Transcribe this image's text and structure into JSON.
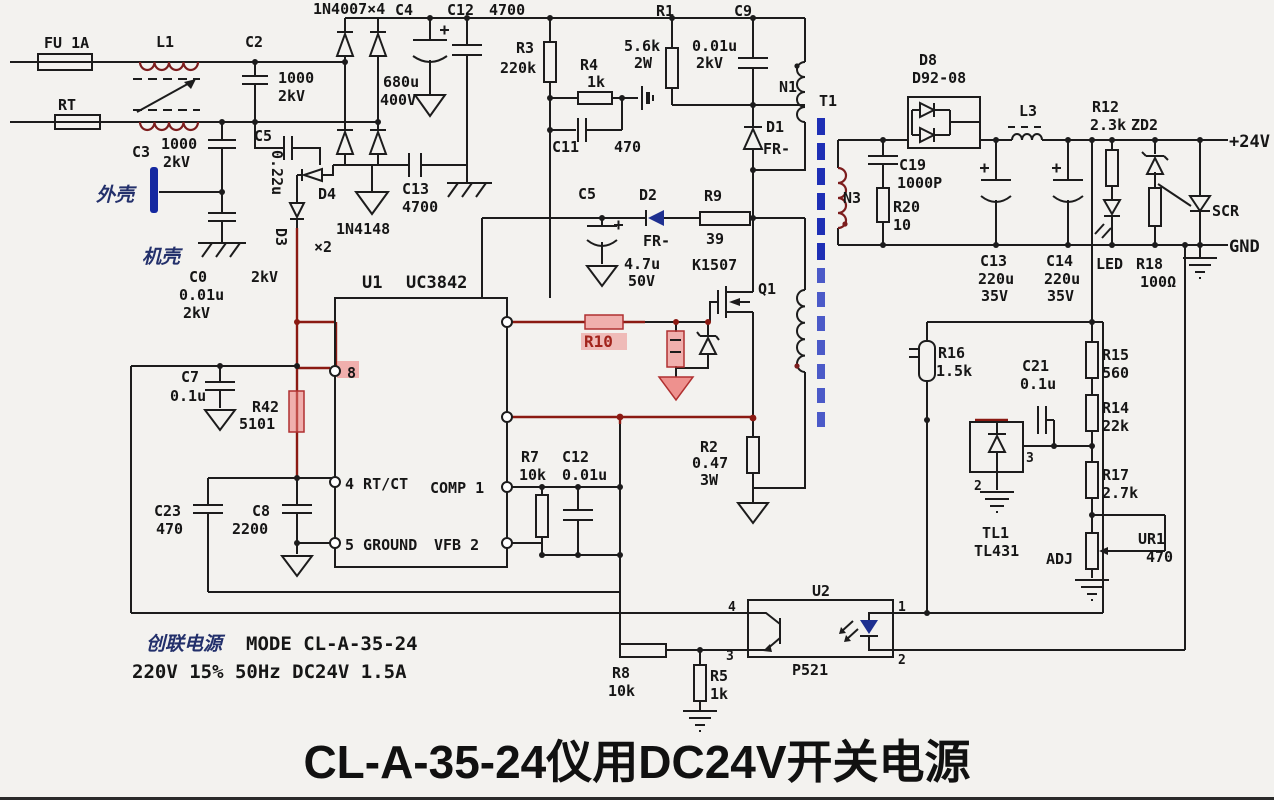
{
  "meta": {
    "background": "#f3f2ef",
    "wire_color": "#1c1c1c",
    "highlight_wire_color": "#8b1a12",
    "core_color": "#1e2fb5",
    "marker_pink": "#ec7876",
    "led_blue": "#2335c8"
  },
  "title": "CL-A-35-24仪用DC24V开关电源",
  "footer": {
    "brand": "创联电源",
    "model": "MODE CL-A-35-24",
    "spec": "220V 15% 50Hz DC24V 1.5A"
  },
  "labels": {
    "fu": "FU 1A",
    "rt": "RT",
    "l1": "L1",
    "c2": "C2",
    "c2_v1": "1000",
    "c2_v2": "2kV",
    "c3": "C3",
    "c3_v1": "1000",
    "c3_v2": "2kV",
    "waike": "外壳",
    "jike": "机壳",
    "c0": "C0",
    "c0_v1": "0.01u",
    "c0_v2": "2kV",
    "d3_rating": "2kV",
    "bridge": "1N4007×4",
    "c4": "C4",
    "c4_v1": "680u",
    "c4_v2": "400V",
    "c12a": "C12",
    "c12a_v": "4700",
    "c13a": "C13",
    "c13a_v": "4700",
    "d4": "D4",
    "d3": "D3",
    "d34": "1N4148",
    "d34_x": "×2",
    "c5a": "C5",
    "c5a_v": "0.22u",
    "r3": "R3",
    "r3_v": "220k",
    "r4": "R4",
    "r4_v": "1k",
    "c11": "C11",
    "c11_v": "470",
    "r1": "R1",
    "r1_v1": "5.6k",
    "r1_v2": "2W",
    "c9": "C9",
    "c9_v1": "0.01u",
    "c9_v2": "2kV",
    "n1": "N1",
    "t1": "T1",
    "d1": "D1",
    "d1_v": "FR-",
    "c5b": "C5",
    "c5b_v1": "4.7u",
    "c5b_v2": "50V",
    "d2": "D2",
    "d2_v": "FR-",
    "r9": "R9",
    "r9_v": "39",
    "q1_part": "K1507",
    "q1": "Q1",
    "r2": "R2",
    "r2_v1": "0.47",
    "r2_v2": "3W",
    "u1": "U1",
    "u1_part": "UC3842",
    "pin8": "8",
    "pin4": "4 RT/CT",
    "pin5": "5 GROUND",
    "pin_comp": "COMP 1",
    "pin_vfb": "VFB 2",
    "r10": "R10",
    "c7": "C7",
    "c7_v": "0.1u",
    "r42": "R42",
    "r42_v": "5101",
    "c23": "C23",
    "c23_v": "470",
    "c8": "C8",
    "c8_v": "2200",
    "r7": "R7",
    "r7_v": "10k",
    "c12b": "C12",
    "c12b_v": "0.01u",
    "r8": "R8",
    "r8_v": "10k",
    "r5": "R5",
    "r5_v": "1k",
    "u2": "U2",
    "u2_part": "P521",
    "u2_p1": "1",
    "u2_p2": "2",
    "u2_p3": "3",
    "u2_p4": "4",
    "d8": "D8",
    "d8_part": "D92-08",
    "n3": "N3",
    "c19": "C19",
    "c19_v": "1000P",
    "r20": "R20",
    "r20_v": "10",
    "l3": "L3",
    "c13b": "C13",
    "c13b_v1": "220u",
    "c13b_v2": "35V",
    "c14": "C14",
    "c14_v1": "220u",
    "c14_v2": "35V",
    "r12": "R12",
    "r12_v": "2.3k",
    "zd2": "ZD2",
    "led": "LED",
    "r18": "R18",
    "r18_v": "100Ω",
    "scr": "SCR",
    "out_pos": "+24V",
    "out_gnd": "GND",
    "r16": "R16",
    "r16_v": "1.5k",
    "c21": "C21",
    "c21_v": "0.1u",
    "r15": "R15",
    "r15_v": "560",
    "r14": "R14",
    "r14_v": "22k",
    "r17": "R17",
    "r17_v": "2.7k",
    "tl1": "TL1",
    "tl1_part": "TL431",
    "tl1_p2": "2",
    "tl1_p3": "3",
    "adj": "ADJ",
    "ur1": "UR1",
    "ur1_v": "470"
  }
}
